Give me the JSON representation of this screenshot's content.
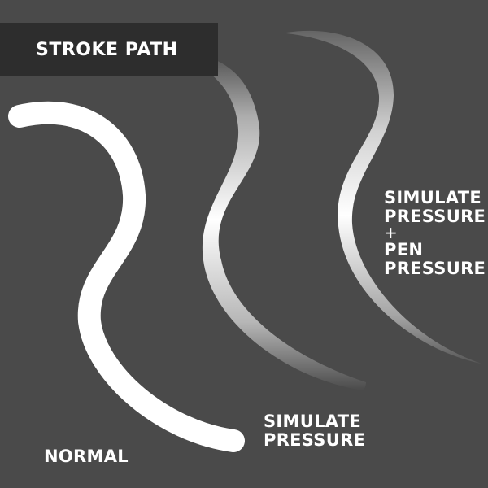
{
  "header": {
    "title": "STROKE PATH"
  },
  "labels": {
    "normal": "NORMAL",
    "simulate_pressure": [
      "SIMULATE",
      "PRESSURE"
    ],
    "combined": [
      "SIMULATE",
      "PRESSURE",
      "+",
      "PEN",
      "PRESSURE"
    ]
  },
  "colors": {
    "background": "#4a4a4a",
    "title_bar": "#2d2d2d",
    "stroke": "#ffffff",
    "text": "#ffffff"
  }
}
